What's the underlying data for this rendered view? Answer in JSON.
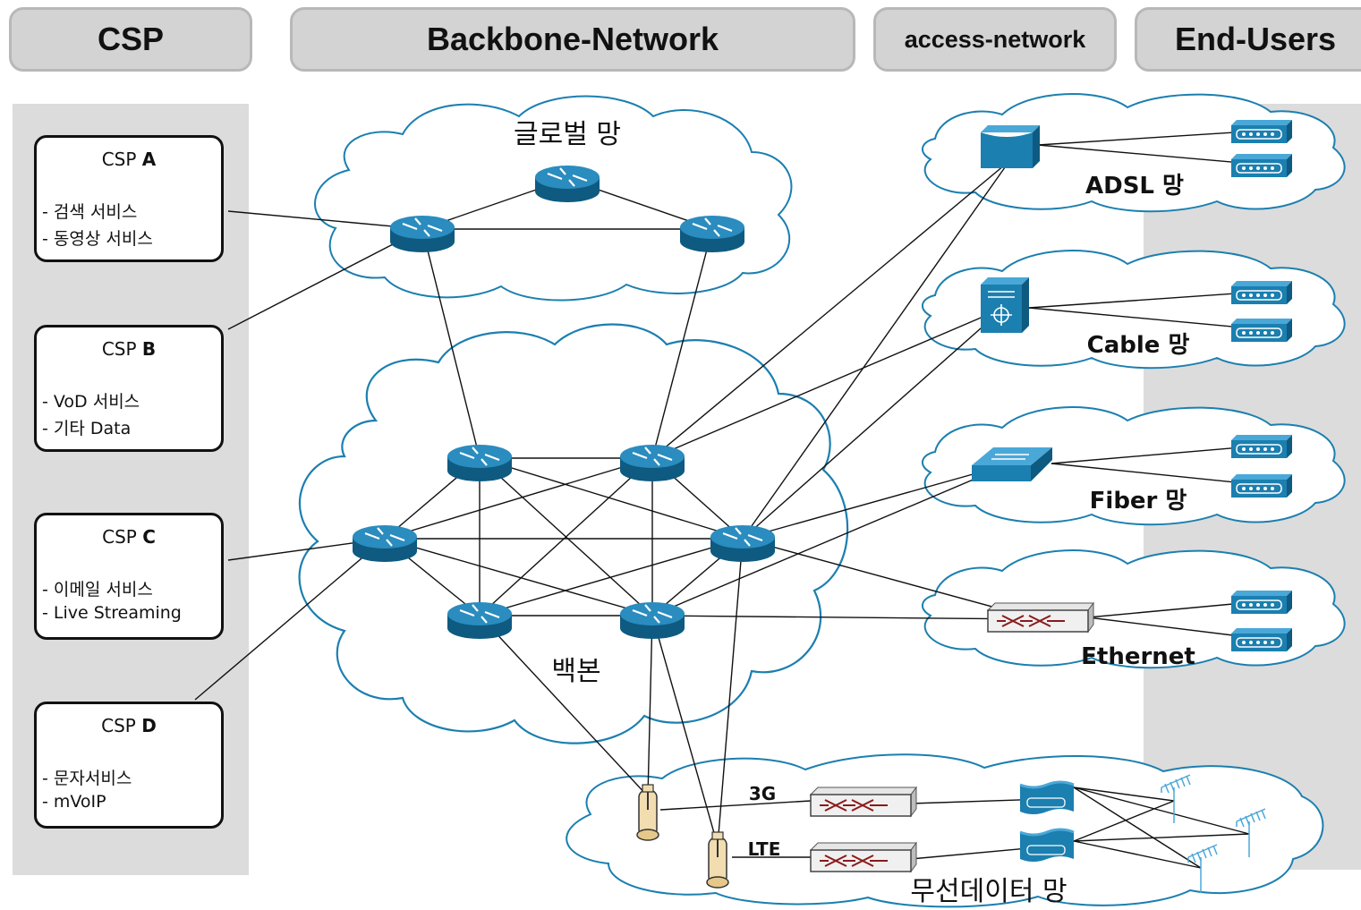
{
  "headers": {
    "csp": "CSP",
    "backbone": "Backbone-Network",
    "access": "access-network",
    "end_users": "End-Users"
  },
  "csps": [
    {
      "prefix": "CSP",
      "letter": "A",
      "items": [
        "- 검색 서비스",
        "- 동영상 서비스"
      ]
    },
    {
      "prefix": "CSP",
      "letter": "B",
      "items": [
        "- VoD 서비스",
        "- 기타 Data"
      ]
    },
    {
      "prefix": "CSP",
      "letter": "C",
      "items": [
        "- 이메일 서비스",
        "- Live Streaming"
      ]
    },
    {
      "prefix": "CSP",
      "letter": "D",
      "items": [
        "- 문자서비스",
        "- mVoIP"
      ]
    }
  ],
  "clouds": {
    "global": "글로벌 망",
    "backbone": "백본",
    "wireless": "무선데이터 망"
  },
  "access_networks": {
    "adsl": "ADSL 망",
    "cable": "Cable 망",
    "fiber": "Fiber 망",
    "ethernet": "Ethernet"
  },
  "wireless_tech": {
    "g3": "3G",
    "lte": "LTE"
  },
  "colors": {
    "device_blue": "#1b7fb0",
    "device_dark": "#0f5a80",
    "header_bg": "#d3d3d3",
    "column_bg": "#dcdcdc",
    "cloud_stroke": "#1b7fb0"
  }
}
